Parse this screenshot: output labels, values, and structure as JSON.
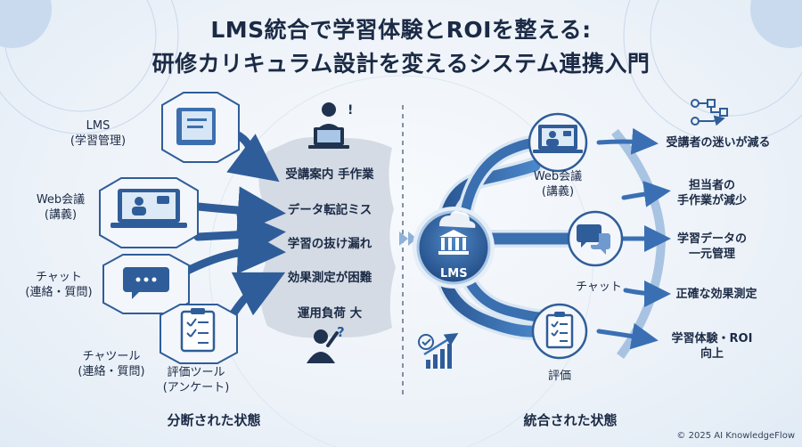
{
  "header": {
    "title_line1": "LMS統合で学習体験とROIを整える:",
    "title_line2": "研修カリキュラム設計を変えるシステム連携入門"
  },
  "left": {
    "tools": [
      {
        "name": "LMS",
        "sub": "(学習管理)"
      },
      {
        "name": "Web会議",
        "sub": "(講義)"
      },
      {
        "name": "チャット",
        "sub": "(連絡・質問)"
      },
      {
        "name": "チャツール",
        "sub": "(連絡・質問)"
      },
      {
        "name": "評価ツール",
        "sub": "(アンケート)"
      }
    ],
    "issues": [
      "受講案内 手作業",
      "データ転記ミス",
      "学習の抜け漏れ",
      "効果測定が困難",
      "運用負荷 大"
    ],
    "state_label": "分断された状態"
  },
  "right": {
    "hub_label": "LMS",
    "nodes": {
      "web": {
        "name": "Web会議",
        "sub": "(講義)"
      },
      "chat": "チャット",
      "eval": "評価"
    },
    "benefits": [
      {
        "line1": "受講者の迷いが減る",
        "line2": ""
      },
      {
        "line1": "担当者の",
        "line2": "手作業が減少"
      },
      {
        "line1": "学習データの",
        "line2": "一元管理"
      },
      {
        "line1": "正確な効果測定",
        "line2": ""
      },
      {
        "line1": "学習体験・ROI",
        "line2": "向上"
      }
    ],
    "state_label": "統合された状態"
  },
  "footer": {
    "copyright": "© 2025 AI KnowledgeFlow"
  },
  "colors": {
    "primary": "#2f5d99",
    "dark": "#1b2a45",
    "light": "#a9c6e6",
    "panel": "#d4dbe4"
  }
}
